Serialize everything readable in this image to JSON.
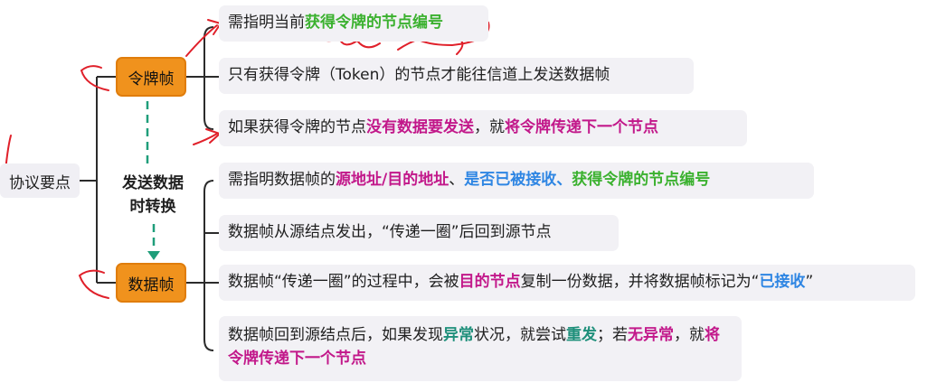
{
  "root": {
    "label": "协议要点"
  },
  "token_frame": {
    "label": "令牌帧",
    "items": [
      {
        "segments": [
          {
            "text": "需指明当前",
            "style": ""
          },
          {
            "text": "获得令牌的节点编号",
            "style": "g"
          }
        ]
      },
      {
        "segments": [
          {
            "text": "只有获得令牌（Token）的节点才能往信道上发送数据帧",
            "style": ""
          }
        ]
      },
      {
        "segments": [
          {
            "text": "如果获得令牌的节点",
            "style": ""
          },
          {
            "text": "没有数据要发送",
            "style": "m"
          },
          {
            "text": "，就",
            "style": ""
          },
          {
            "text": "将令牌传递下一个节点",
            "style": "m"
          }
        ]
      }
    ]
  },
  "transition": {
    "line1": "发送数据",
    "line2": "时转换"
  },
  "data_frame": {
    "label": "数据帧",
    "items": [
      {
        "segments": [
          {
            "text": "需指明数据帧的",
            "style": ""
          },
          {
            "text": "源地址/目的地址",
            "style": "m"
          },
          {
            "text": "、",
            "style": ""
          },
          {
            "text": "是否已被接收",
            "style": "b"
          },
          {
            "text": "、",
            "style": "b"
          },
          {
            "text": "获得令牌的节点编号",
            "style": "g"
          }
        ]
      },
      {
        "segments": [
          {
            "text": "数据帧从源结点发出，“传递一圈”后回到源节点",
            "style": ""
          }
        ]
      },
      {
        "segments": [
          {
            "text": "数据帧“传递一圈”的过程中，会被",
            "style": ""
          },
          {
            "text": "目的节点",
            "style": "m"
          },
          {
            "text": "复制一份数据，并将数据帧标记为“",
            "style": ""
          },
          {
            "text": "已接收",
            "style": "b"
          },
          {
            "text": "”",
            "style": ""
          }
        ]
      },
      {
        "segments": [
          {
            "text": "数据帧回到源结点后，如果发现",
            "style": ""
          },
          {
            "text": "异常",
            "style": "t"
          },
          {
            "text": "状况，就尝试",
            "style": ""
          },
          {
            "text": "重发",
            "style": "t"
          },
          {
            "text": "；若",
            "style": ""
          },
          {
            "text": "无异常",
            "style": "m"
          },
          {
            "text": "，就",
            "style": ""
          },
          {
            "text": "将令牌传递下一个节点",
            "style": "m"
          }
        ]
      }
    ]
  },
  "colors": {
    "node_fill": "#f0921d",
    "connector": "#2b2b2b",
    "dashed_arrow": "#1f9e7a",
    "annotation_ink": "#e0202a"
  }
}
